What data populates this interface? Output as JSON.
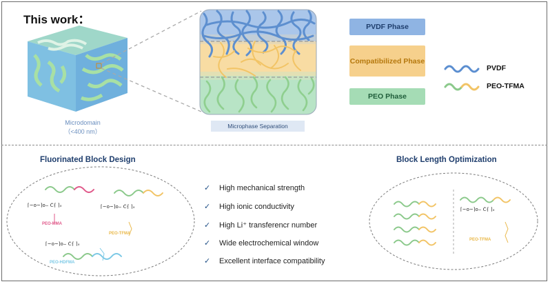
{
  "header": {
    "title": "This work："
  },
  "cube": {
    "label_line1": "Microdomain",
    "label_line2": "（<400 nm）"
  },
  "microphase": {
    "label": "Microphase Separation"
  },
  "phases": [
    {
      "label": "PVDF Phase",
      "bg": "#8fb4e3",
      "color": "#1f3e6d"
    },
    {
      "label": "Compatibilized Phase",
      "bg": "#f6d08c",
      "color": "#b5780d"
    },
    {
      "label": "PEO Phase",
      "bg": "#a5dcb5",
      "color": "#1f5d3a"
    }
  ],
  "legend": [
    {
      "label": "PVDF",
      "colors": [
        "#5b8ed0",
        "#7aa7de"
      ]
    },
    {
      "label": "PEO-TFMA",
      "colors": [
        "#8bc98b",
        "#f2c466"
      ]
    }
  ],
  "sections": {
    "left_title": "Fluorinated Block Design",
    "right_title": "Block Length Optimization"
  },
  "molecules": [
    {
      "label": "PEO-MMA",
      "color": "#e0598a"
    },
    {
      "label": "PEO-TFMA",
      "color": "#e9b84a"
    },
    {
      "label": "PEO-HDFMA",
      "color": "#7cc9e6"
    },
    {
      "label": "PEO-TFMA",
      "color": "#e9b84a"
    }
  ],
  "features": [
    "High mechanical strength",
    "High ionic conductivity",
    "High Li⁺ transferencr number",
    "Wide electrochemical window",
    "Excellent interface compatibility"
  ],
  "colors": {
    "accent": "#1f3e6d",
    "peo": "#8bc98b",
    "tfma": "#f2c466"
  }
}
